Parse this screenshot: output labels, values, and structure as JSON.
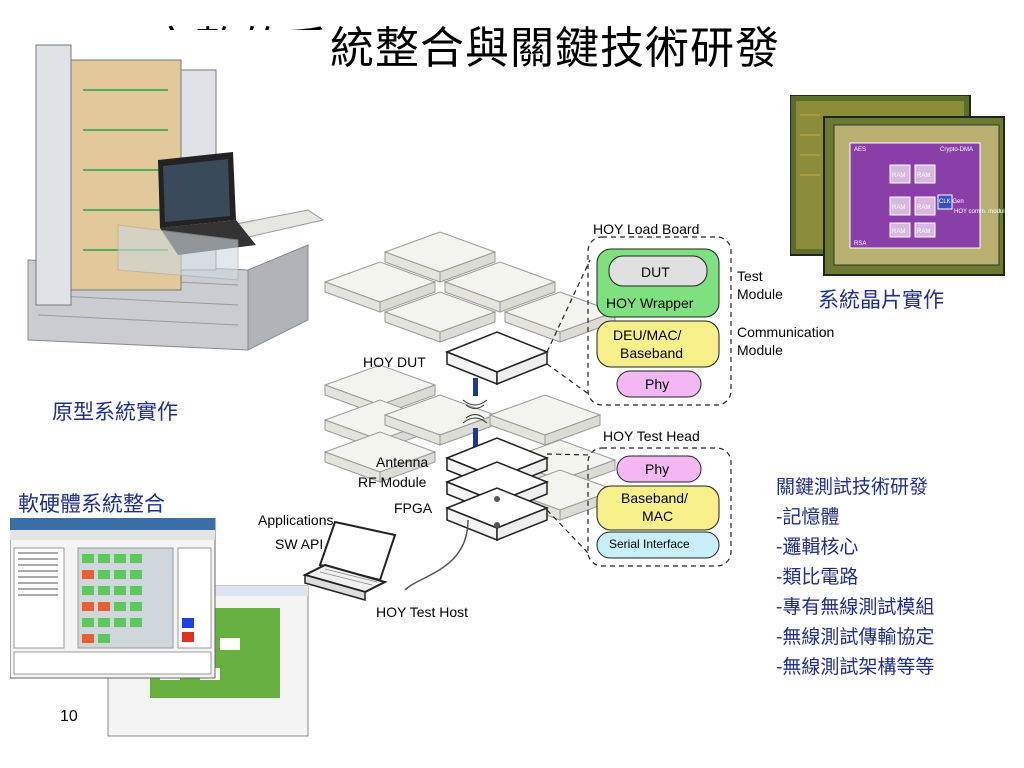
{
  "slide": {
    "title": "完整的系統整合與關鍵技術研發",
    "page_number": "10"
  },
  "captions": {
    "prototype": "原型系統實作",
    "chip": "系統晶片實作",
    "software": "軟硬體系統整合"
  },
  "diagram": {
    "load_board": "HOY Load Board",
    "test_head": "HOY Test Head",
    "dut_label": "HOY DUT",
    "antenna": "Antenna",
    "rf_module": "RF Module",
    "fpga": "FPGA",
    "applications": "Applications",
    "sw_api": "SW API",
    "test_host": "HOY Test Host",
    "dut": "DUT",
    "hoy_wrapper": "HOY Wrapper",
    "deu_mac_1": "DEU/MAC/",
    "deu_mac_2": "Baseband",
    "phy_top": "Phy",
    "test_module_1": "Test",
    "test_module_2": "Module",
    "comm_module_1": "Communication",
    "comm_module_2": "Module",
    "phy_bottom": "Phy",
    "baseband_mac_1": "Baseband/",
    "baseband_mac_2": "MAC",
    "serial_interface": "Serial Interface"
  },
  "chip": {
    "aes": "AES",
    "crypto_dma": "Crypto-DMA",
    "ram": "RAM",
    "clk_gen": "CLK Gen",
    "hoy_comm": "HOY comm. module",
    "rsa": "RSA"
  },
  "tech_list": {
    "heading": "關鍵測試技術研發",
    "items": [
      "-記憶體",
      "-邏輯核心",
      "-類比電路",
      "-專有無線測試模組",
      "-無線測試傳輸協定",
      "-無線測試架構等等"
    ]
  },
  "colors": {
    "caption_blue": "#1f2f8a",
    "green_box": "#7fe07f",
    "yellow_box": "#f7ef8a",
    "pink_box": "#f3b8f3",
    "blue_box": "#c8eef8",
    "chip_purple": "#8a3fa8"
  }
}
